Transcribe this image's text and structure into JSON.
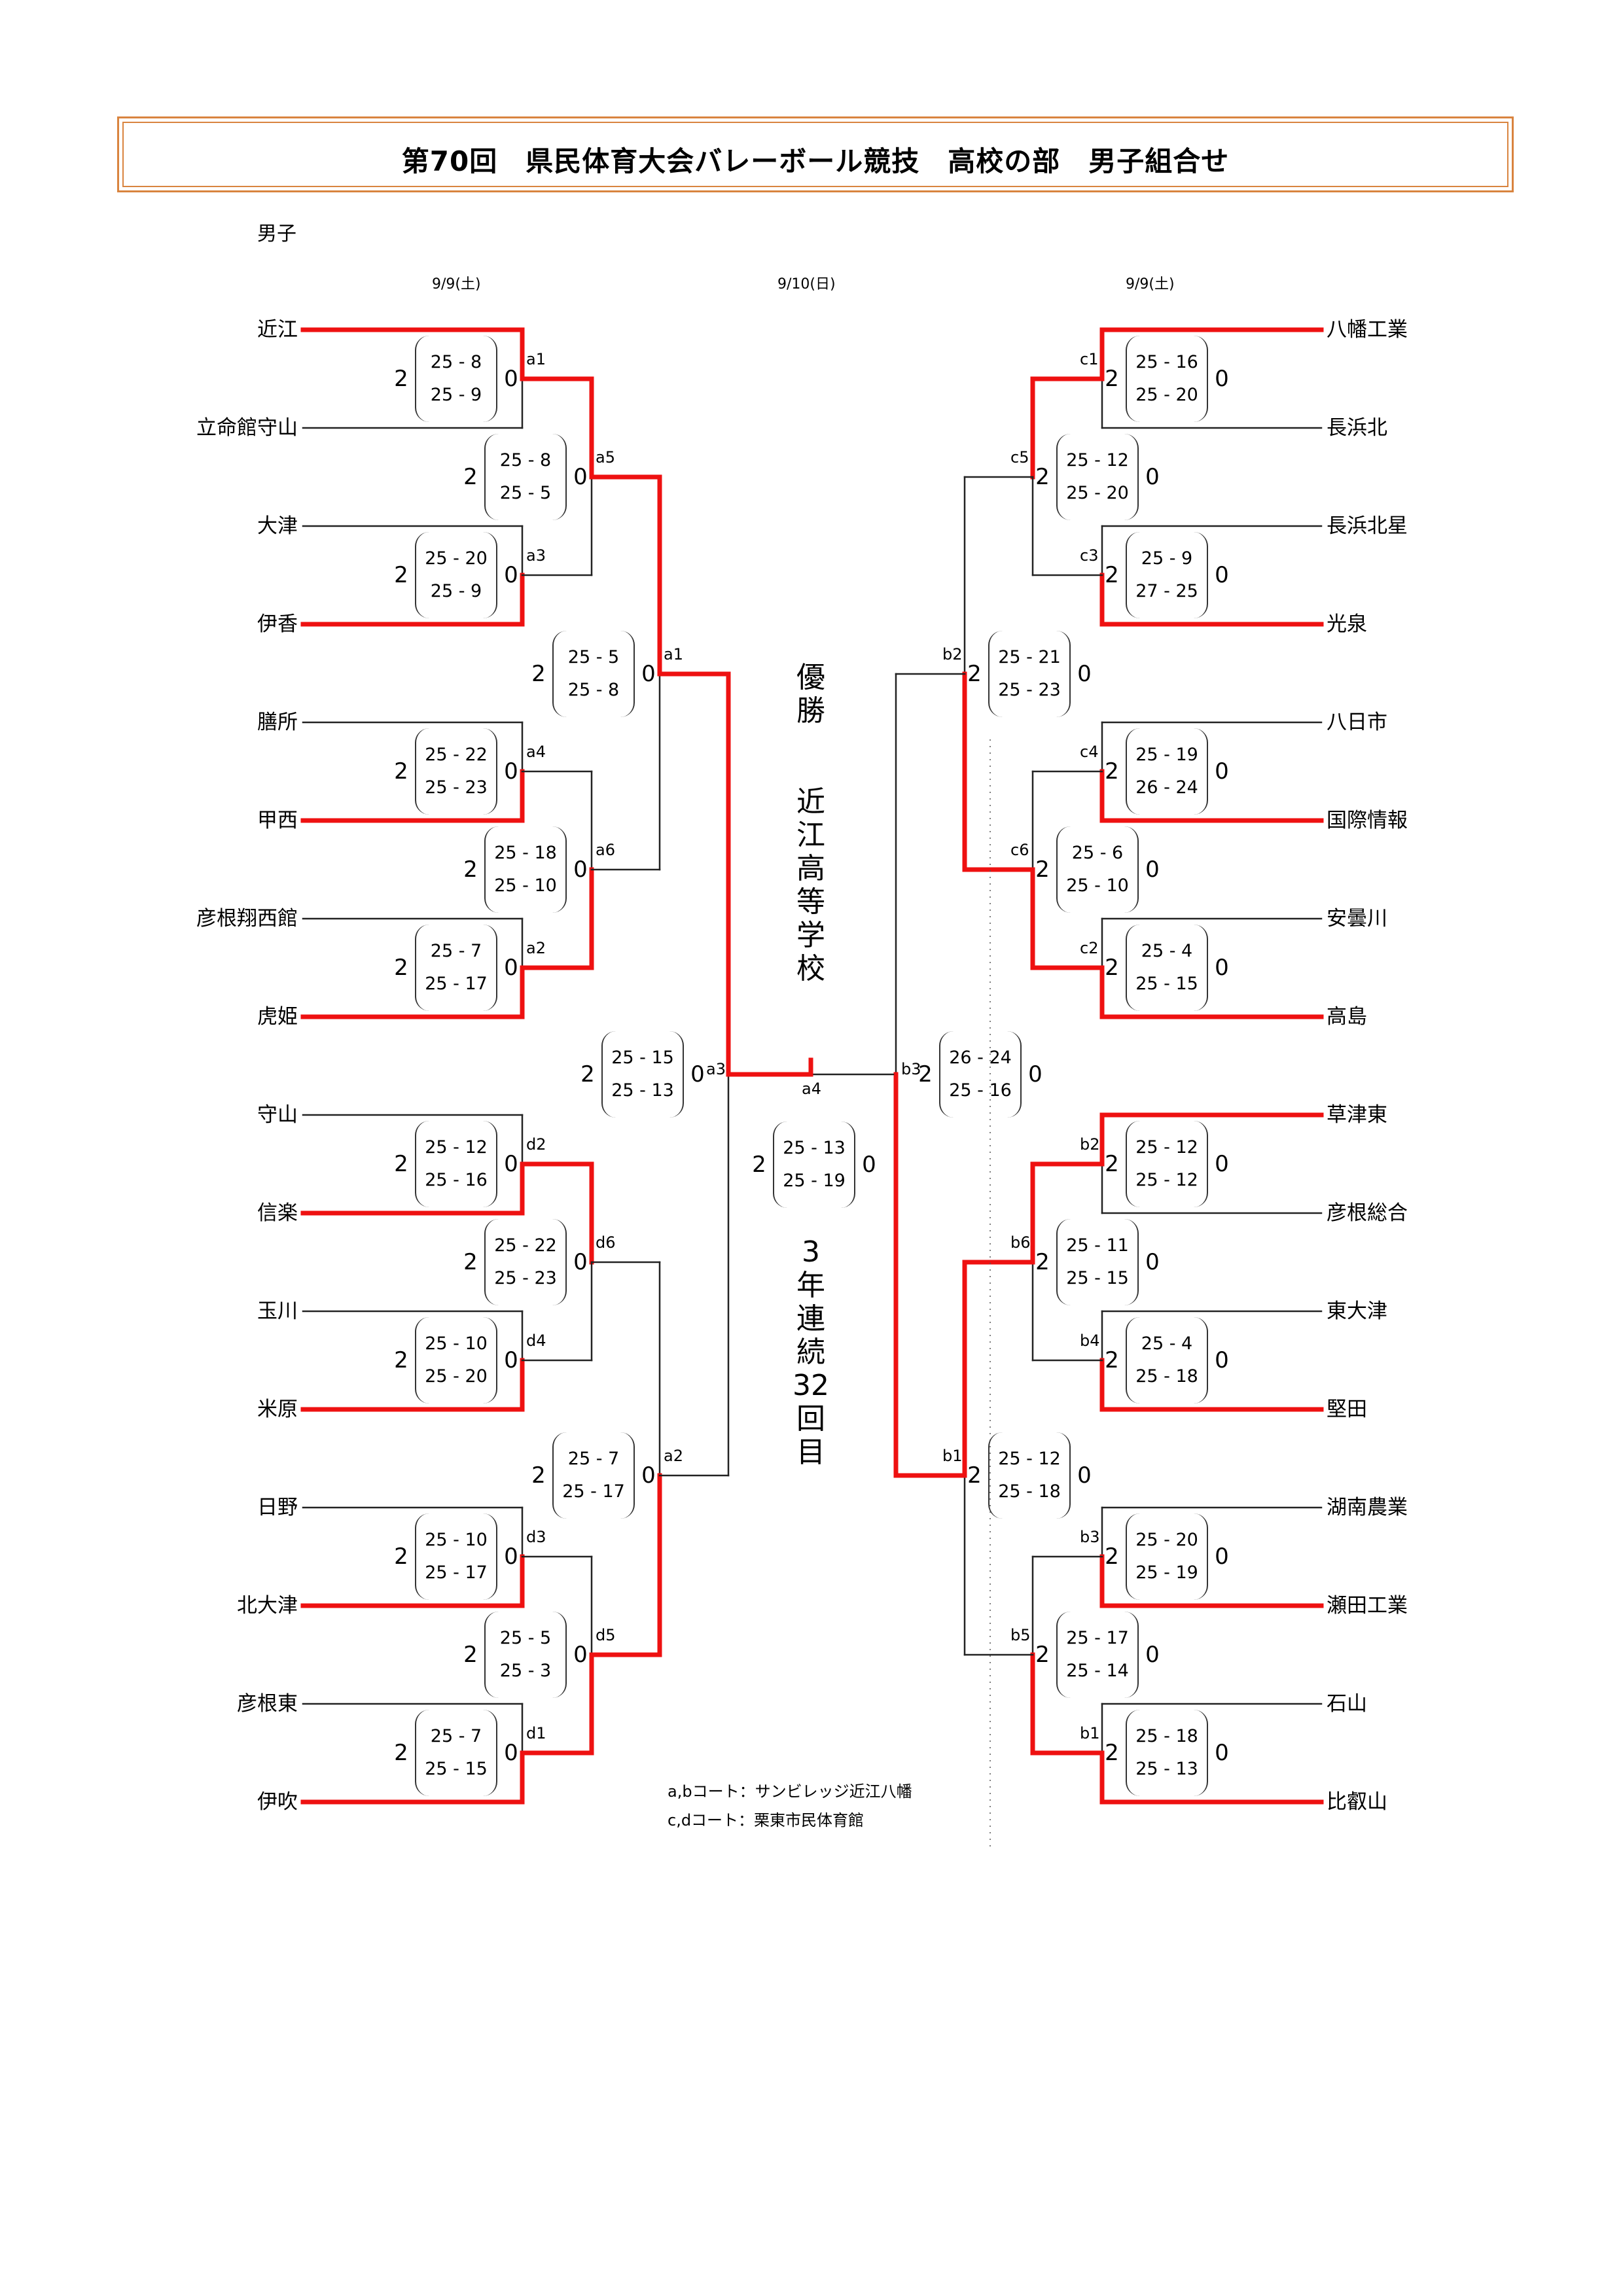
{
  "title": "第70回　県民体育大会バレーボール競技　高校の部　男子組合せ",
  "section": "男子",
  "dates": {
    "left": "9/9(土)",
    "center": "9/10(日)",
    "right": "9/9(土)"
  },
  "colors": {
    "winner_line": "#ee1111",
    "line": "#222222",
    "frame": "#d9843f"
  },
  "left_teams": [
    "近江",
    "立命館守山",
    "大津",
    "伊香",
    "膳所",
    "甲西",
    "彦根翔西館",
    "虎姫",
    "守山",
    "信楽",
    "玉川",
    "米原",
    "日野",
    "北大津",
    "彦根東",
    "伊吹"
  ],
  "right_teams": [
    "八幡工業",
    "長浜北",
    "長浜北星",
    "光泉",
    "八日市",
    "国際情報",
    "安曇川",
    "高島",
    "草津東",
    "彦根総合",
    "東大津",
    "堅田",
    "湖南農業",
    "瀬田工業",
    "石山",
    "比叡山"
  ],
  "left_matches": {
    "r1": [
      {
        "code": "a1",
        "winner": 0,
        "w": "2",
        "l": "0",
        "sets": [
          "25 -  8",
          "25 -  9"
        ]
      },
      {
        "code": "a3",
        "winner": 1,
        "w": "2",
        "l": "0",
        "sets": [
          "25 - 20",
          "25 -  9"
        ]
      },
      {
        "code": "a4",
        "winner": 1,
        "w": "2",
        "l": "0",
        "sets": [
          "25 - 22",
          "25 - 23"
        ]
      },
      {
        "code": "a2",
        "winner": 1,
        "w": "2",
        "l": "0",
        "sets": [
          "25 -  7",
          "25 - 17"
        ]
      },
      {
        "code": "d2",
        "winner": 1,
        "w": "2",
        "l": "0",
        "sets": [
          "25 - 12",
          "25 - 16"
        ]
      },
      {
        "code": "d4",
        "winner": 1,
        "w": "2",
        "l": "0",
        "sets": [
          "25 - 10",
          "25 - 20"
        ]
      },
      {
        "code": "d3",
        "winner": 1,
        "w": "2",
        "l": "0",
        "sets": [
          "25 - 10",
          "25 - 17"
        ]
      },
      {
        "code": "d1",
        "winner": 1,
        "w": "2",
        "l": "0",
        "sets": [
          "25 -  7",
          "25 - 15"
        ]
      }
    ],
    "r2": [
      {
        "code": "a5",
        "winner": 0,
        "w": "2",
        "l": "0",
        "sets": [
          "25 -  8",
          "25 -  5"
        ]
      },
      {
        "code": "a6",
        "winner": 1,
        "w": "2",
        "l": "0",
        "sets": [
          "25 - 18",
          "25 - 10"
        ]
      },
      {
        "code": "d6",
        "winner": 0,
        "w": "2",
        "l": "0",
        "sets": [
          "25 - 22",
          "25 - 23"
        ]
      },
      {
        "code": "d5",
        "winner": 1,
        "w": "2",
        "l": "0",
        "sets": [
          "25 -  5",
          "25 -  3"
        ]
      }
    ],
    "r3": [
      {
        "code": "a1",
        "winner": 0,
        "w": "2",
        "l": "0",
        "sets": [
          "25 -  5",
          "25 -  8"
        ]
      },
      {
        "code": "a2",
        "winner": 1,
        "w": "2",
        "l": "0",
        "sets": [
          "25 -  7",
          "25 - 17"
        ]
      }
    ],
    "sf": {
      "code": "a3",
      "winner": 0,
      "w": "2",
      "l": "0",
      "sets": [
        "25 - 15",
        "25 - 13"
      ]
    }
  },
  "right_matches": {
    "r1": [
      {
        "code": "c1",
        "winner": 0,
        "w": "2",
        "l": "0",
        "sets": [
          "25 - 16",
          "25 - 20"
        ]
      },
      {
        "code": "c3",
        "winner": 1,
        "w": "2",
        "l": "0",
        "sets": [
          "25 -  9",
          "27 - 25"
        ]
      },
      {
        "code": "c4",
        "winner": 1,
        "w": "2",
        "l": "0",
        "sets": [
          "25 - 19",
          "26 - 24"
        ]
      },
      {
        "code": "c2",
        "winner": 1,
        "w": "2",
        "l": "0",
        "sets": [
          "25 -  4",
          "25 - 15"
        ]
      },
      {
        "code": "b2",
        "winner": 0,
        "w": "2",
        "l": "0",
        "sets": [
          "25 - 12",
          "25 - 12"
        ]
      },
      {
        "code": "b4",
        "winner": 1,
        "w": "2",
        "l": "0",
        "sets": [
          "25 -  4",
          "25 - 18"
        ]
      },
      {
        "code": "b3",
        "winner": 1,
        "w": "2",
        "l": "0",
        "sets": [
          "25 - 20",
          "25 - 19"
        ]
      },
      {
        "code": "b1",
        "winner": 1,
        "w": "2",
        "l": "0",
        "sets": [
          "25 - 18",
          "25 - 13"
        ]
      }
    ],
    "r2": [
      {
        "code": "c5",
        "winner": 0,
        "w": "2",
        "l": "0",
        "sets": [
          "25 - 12",
          "25 - 20"
        ]
      },
      {
        "code": "c6",
        "winner": 1,
        "w": "2",
        "l": "0",
        "sets": [
          "25 -  6",
          "25 - 10"
        ]
      },
      {
        "code": "b6",
        "winner": 0,
        "w": "2",
        "l": "0",
        "sets": [
          "25 - 11",
          "25 - 15"
        ]
      },
      {
        "code": "b5",
        "winner": 1,
        "w": "2",
        "l": "0",
        "sets": [
          "25 - 17",
          "25 - 14"
        ]
      }
    ],
    "r3": [
      {
        "code": "b2",
        "winner": 1,
        "w": "2",
        "l": "0",
        "sets": [
          "25 - 21",
          "25 - 23"
        ]
      },
      {
        "code": "b1",
        "winner": 0,
        "w": "2",
        "l": "0",
        "sets": [
          "25 - 12",
          "25 - 18"
        ]
      }
    ],
    "sf": {
      "code": "b3",
      "winner": 1,
      "w": "2",
      "l": "0",
      "sets": [
        "26 - 24",
        "25 - 16"
      ]
    }
  },
  "final": {
    "code": "a4",
    "winner": "left",
    "w": "2",
    "l": "0",
    "sets": [
      "25  -  13",
      "25  -  19"
    ]
  },
  "champion": {
    "label": "優勝",
    "name": "近江高等学校",
    "note": "3年連続32回目"
  },
  "notes": [
    "a,bコート：サンビレッジ近江八幡",
    "c,dコート：栗東市民体育館"
  ]
}
